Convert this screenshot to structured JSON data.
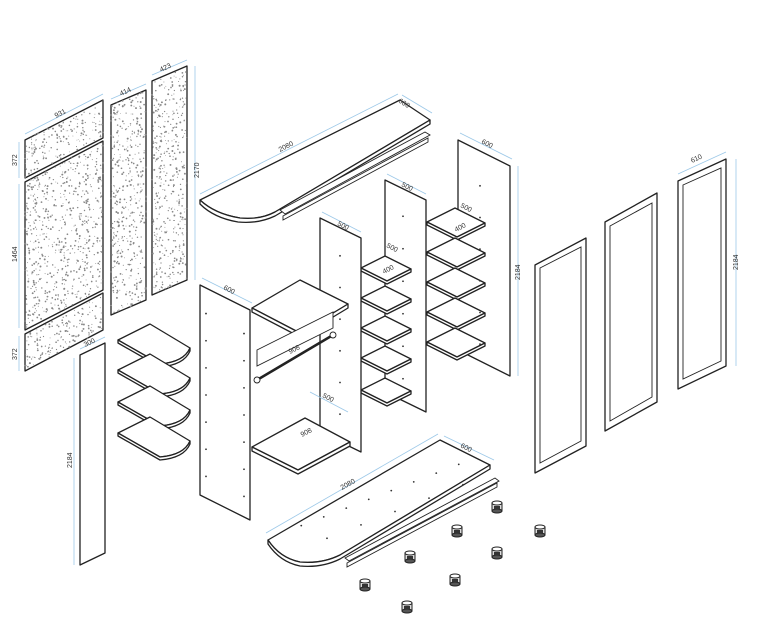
{
  "diagram": {
    "type": "exploded furniture assembly drawing",
    "colors": {
      "outline": "#222222",
      "dimension_line": "#9cc8e8",
      "label": "#333333"
    },
    "door_panels": {
      "top_panel_width": "931",
      "top_panel_height": "372",
      "middle_panel_height": "1464",
      "bottom_panel_height": "372",
      "narrow_panel_a_width": "414",
      "narrow_panel_b_width": "423",
      "narrow_panel_height": "2170"
    },
    "top_board": {
      "length": "2080",
      "depth": "600"
    },
    "bottom_board": {
      "length": "2080",
      "depth": "600"
    },
    "left_side": {
      "depth": "600"
    },
    "hanging_section": {
      "rail_length": "908",
      "shelf_length": "908",
      "shelf_depth": "500"
    },
    "middle_partition": {
      "depth": "500"
    },
    "shelf_column_1": {
      "partition_depth": "500",
      "shelf_depth": "500",
      "shelf_width": "400"
    },
    "shelf_column_2": {
      "shelf_depth": "500",
      "shelf_width": "400"
    },
    "right_side": {
      "depth": "600",
      "height": "2184"
    },
    "sliding_doors": {
      "width": "610",
      "height": "2184"
    },
    "end_panel": {
      "width": "300",
      "height": "2184"
    }
  }
}
